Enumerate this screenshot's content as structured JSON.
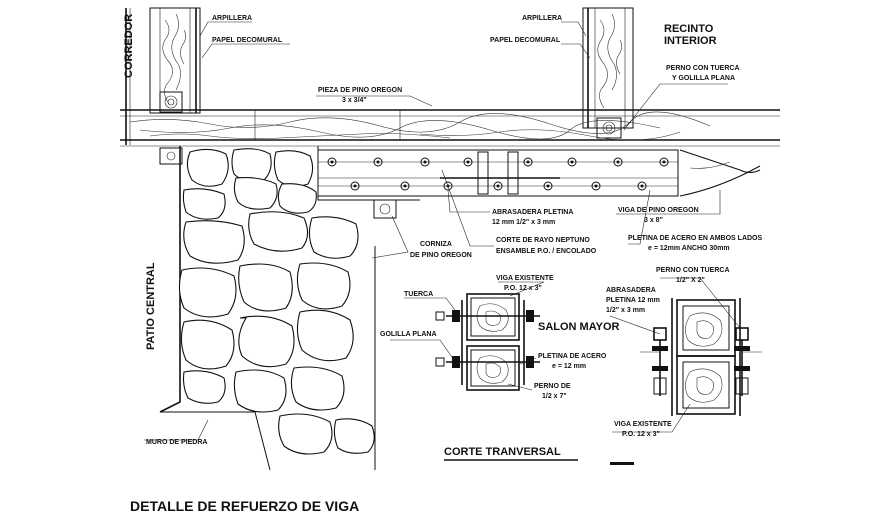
{
  "title": "DETALLE DE REFUERZO DE VIGA",
  "section_title": "CORTE TRANVERSAL",
  "areas": {
    "corredor": "CORREDOR",
    "recinto_1": "RECINTO",
    "recinto_2": "INTERIOR",
    "patio": "PATIO CENTRAL",
    "salon": "SALON MAYOR"
  },
  "labels": {
    "arpillera_left": "ARPILLERA",
    "papel_left": "PAPEL DECOMURAL",
    "arpillera_right": "ARPILLERA",
    "papel_right": "PAPEL DECOMURAL",
    "pieza_1": "PIEZA DE PINO OREGON",
    "pieza_2": "3 x 3/4\"",
    "perno_top_1": "PERNO CON TUERCA",
    "perno_top_2": "Y GOLILLA PLANA",
    "abrasadera_1": "ABRASADERA PLETINA",
    "abrasadera_2": "12 mm 1/2\" x 3 mm",
    "viga_1": "VIGA DE PINO OREGON",
    "viga_2": "3 x 8\"",
    "corniza_1": "CORNIZA",
    "corniza_2": "DE PINO OREGON",
    "corte_1": "CORTE DE RAYO NEPTUNO",
    "corte_2": "ENSAMBLE P.O. / ENCOLADO",
    "pletina_1": "PLETINA DE ACERO EN AMBOS LADOS",
    "pletina_2": "e = 12mm  ANCHO 30mm",
    "muro": "MURO DE PIEDRA"
  },
  "detail_left": {
    "viga_exist_1": "VIGA EXISTENTE",
    "viga_exist_2": "P.O. 12 x 3\"",
    "tuerca": "TUERCA",
    "golilla": "GOLILLA PLANA",
    "pletina_1": "PLETINA DE ACERO",
    "pletina_2": "e = 12 mm",
    "perno_1": "PERNO DE",
    "perno_2": "1/2 x 7\""
  },
  "detail_right": {
    "perno_1": "PERNO CON TUERCA",
    "perno_2": "1/2\" X 2\"",
    "abrasadera_1": "ABRASADERA",
    "abrasadera_2": "PLETINA 12 mm",
    "abrasadera_3": "1/2\" x 3 mm",
    "viga_exist_1": "VIGA EXISTENTE",
    "viga_exist_2": "P.O. 12 x 3\""
  }
}
